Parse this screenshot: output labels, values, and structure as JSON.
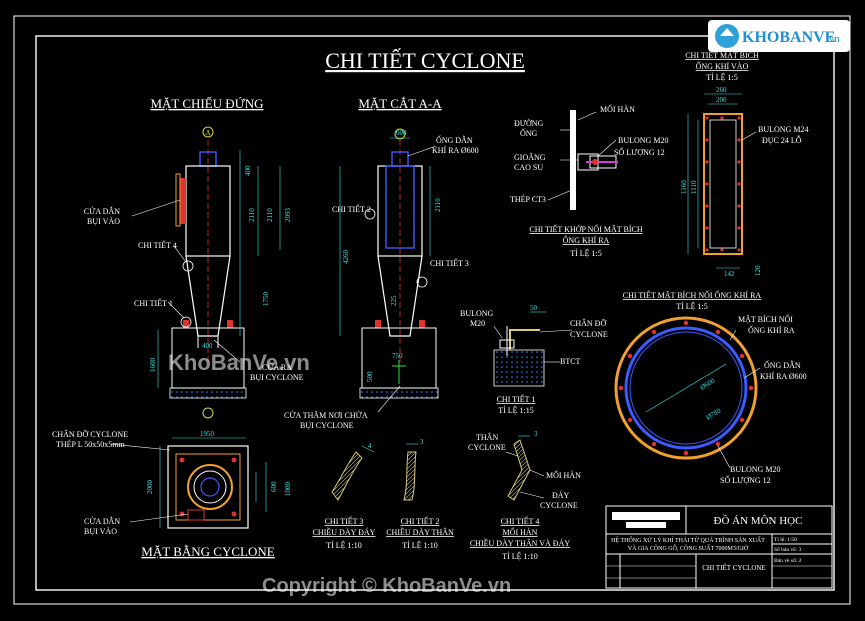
{
  "drawing_title": "CHI TIẾT CYCLONE",
  "logo": {
    "brand": "KHOBANVE",
    "tld": ".vn"
  },
  "views": {
    "elevation": "MẶT CHIẾU ĐỨNG",
    "section": "MẶT CẮT A-A",
    "plan": "MẶT BẰNG CYCLONE"
  },
  "section_marker": "A",
  "labels": {
    "inlet_door": [
      "CỬA DẪN",
      "BỤI VÀO"
    ],
    "detail_4": "CHI TIẾT 4",
    "detail_1": "CHI TIẾT 1",
    "detail_2": "CHI TIẾT 2",
    "detail_3": "CHI TIẾT 3",
    "dust_outlet": [
      "CỬA RA",
      "BỤI CYCLONE"
    ],
    "exhaust_pipe": [
      "ỐNG DẪN",
      "KHÍ RA Ø600"
    ],
    "inspection_door": [
      "CỬA THĂM NƠI CHỨA",
      "BỤI CYCLONE"
    ],
    "support": [
      "CHÂN ĐỠ CYCLONE",
      "THÉP L 50x50x5mm"
    ],
    "inlet_door_plan": [
      "CỬA DẪN",
      "BỤI VÀO"
    ]
  },
  "flange_joint": {
    "labels": [
      "ĐƯỜNG",
      "ỐNG",
      "GIOĂNG",
      "CAO SU",
      "THÉP CT3",
      "MỐI HÀN",
      "BULONG M20",
      "SỐ LƯỢNG 12"
    ],
    "title": "CHI TIẾT KHỚP NỐI MẶT BÍCH",
    "title2": "ỐNG KHÍ RA",
    "scale": "TỈ LỆ 1:5"
  },
  "inlet_flange": {
    "title": "CHI TIẾT MẶT BÍCH",
    "title2": "ỐNG KHÍ VÀO",
    "scale": "TỈ LỆ 1:5",
    "bolt": [
      "BULONG M24",
      "ĐỤC 24 LỖ"
    ],
    "dims": [
      "260",
      "200",
      "1160",
      "1110",
      "142",
      "120"
    ]
  },
  "outlet_flange": {
    "title": "CHI TIẾT MẶT BÍCH NỐI ỐNG KHÍ RA",
    "scale": "TỈ LỆ 1:5",
    "labels": [
      "MẶT BÍCH NỐI",
      "ỐNG KHÍ RA",
      "ỐNG DẪN",
      "KHÍ RA Ø600",
      "BULONG M20",
      "SỐ LƯỢNG 12"
    ],
    "dims": [
      "Ø600",
      "Ø780"
    ]
  },
  "detail1": {
    "labels": [
      "BULONG",
      "M20",
      "CHÂN ĐỠ",
      "CYCLONE",
      "BTCT"
    ],
    "dim": "50",
    "title": "CHI TIẾT 1",
    "scale": "TỈ LỆ 1:15"
  },
  "details_bottom": [
    {
      "title": "CHI TIẾT 3",
      "sub": "CHIỀU DÀY ĐÁY",
      "scale": "TỈ LỆ 1:10",
      "dim": "4"
    },
    {
      "title": "CHI TIẾT 2",
      "sub": "CHIỀU DÀY THÂN",
      "scale": "TỈ LỆ 1:10",
      "dim": "3"
    },
    {
      "title": "CHI TIẾT 4",
      "sub": "MỐI HÀN",
      "sub2": "CHIỀU DÀY THÂN VÀ ĐÁY",
      "scale": "TỈ LỆ 1:10",
      "dim": "3",
      "labels": [
        "THÂN",
        "CYCLONE",
        "MỐI HÀN",
        "ĐÁY",
        "CYCLONE"
      ]
    }
  ],
  "elevation_dims": [
    "400",
    "2110",
    "2093",
    "1750",
    "1600",
    "400"
  ],
  "section_dims": [
    "600",
    "2110",
    "4260",
    "225",
    "750",
    "500"
  ],
  "plan_dims": [
    "1950",
    "2000",
    "600",
    "1000"
  ],
  "title_block": {
    "project": "ĐỒ ÁN MÔN HỌC",
    "system": "HỆ THỐNG XỬ LÝ KHÍ THẢI TỪ QUÁ TRÌNH SẢN XUẤT",
    "system2": "VÀ GIA CÔNG GỖ, CÔNG SUẤT 7000M3/GIỜ",
    "sheet": "CHI TIẾT CYCLONE",
    "scale": "Tỉ lệ: 1:50",
    "sheet_no": "Số bản vẽ: 3",
    "total": "Bản vẽ số: 2"
  },
  "watermarks": {
    "mid": "KhoBanVe.vn",
    "bottom": "Copyright © KhoBanVe.vn"
  },
  "colors": {
    "background": "#000000",
    "line": "#ffffff",
    "dim": "#39e3e3",
    "red": "#e0332f",
    "orange": "#f0a030",
    "blue": "#3b5bff",
    "gold": "#d8c878",
    "magenta": "#d040d0",
    "green": "#30e030"
  }
}
